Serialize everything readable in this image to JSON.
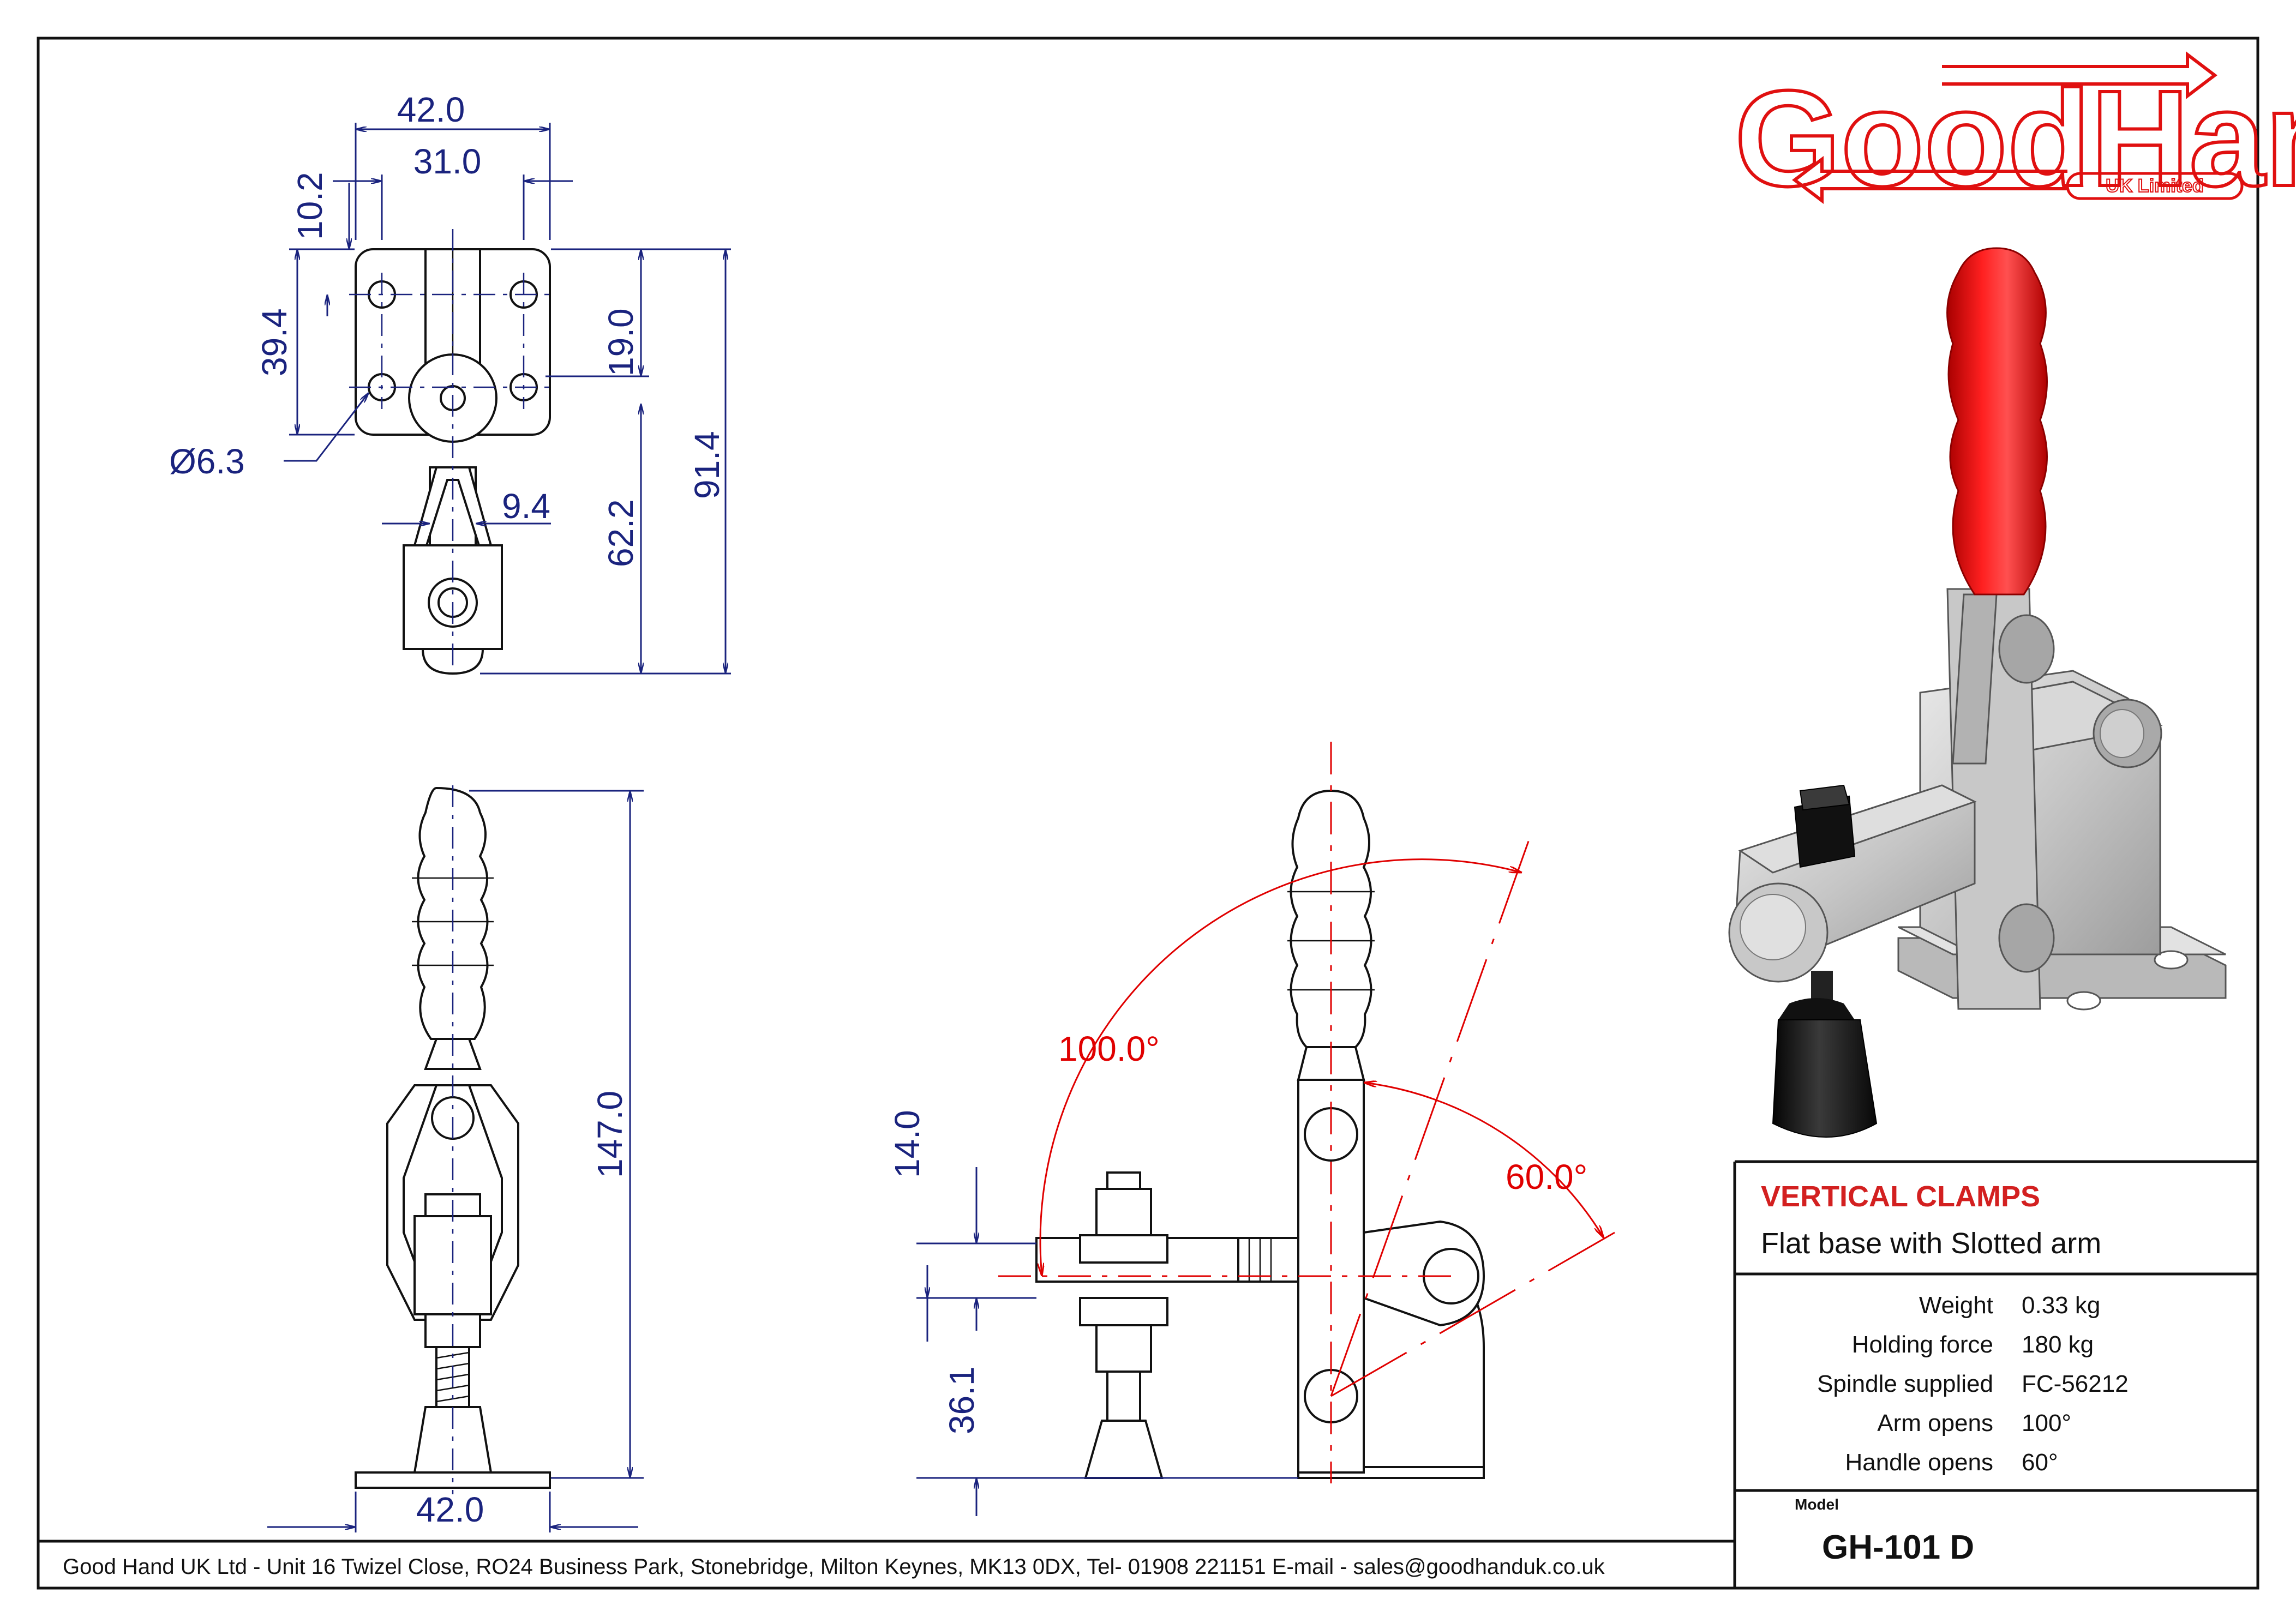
{
  "logo": {
    "brand": "GoodHand",
    "tagline": "UK Limited"
  },
  "top_view_dims": {
    "width_overall": "42.0",
    "width_holes": "31.0",
    "edge_offset": "10.2",
    "hole_pitch_v": "39.4",
    "hole_dia": "Ø6.3",
    "to_pivot": "19.0",
    "arm_width": "9.4",
    "arm_reach": "62.2",
    "overall_length": "91.4"
  },
  "front_view_dims": {
    "height": "147.0",
    "base_width": "42.0"
  },
  "side_view_dims": {
    "arm_angle": "100.0°",
    "handle_angle": "60.0°",
    "spindle_offset": "14.0",
    "spindle_height": "36.1"
  },
  "title_block": {
    "title": "VERTICAL CLAMPS",
    "subtitle": "Flat base with Slotted arm",
    "specs": [
      {
        "label": "Weight",
        "value": "0.33 kg"
      },
      {
        "label": "Holding force",
        "value": "180 kg"
      },
      {
        "label": "Spindle supplied",
        "value": "FC-56212"
      },
      {
        "label": "Arm opens",
        "value": "100°"
      },
      {
        "label": "Handle opens",
        "value": "60°"
      }
    ],
    "model_label": "Model",
    "model_value": "GH-101 D"
  },
  "footer": "Good Hand UK Ltd  - Unit 16 Twizel Close, RO24 Business Park, Stonebridge, Milton Keynes, MK13 0DX,  Tel- 01908 221151  E-mail - sales@goodhanduk.co.uk",
  "colors": {
    "dimension": "#1a237e",
    "angle": "#e00000",
    "brand": "#e01010",
    "handle_grip": "#e8161b"
  }
}
